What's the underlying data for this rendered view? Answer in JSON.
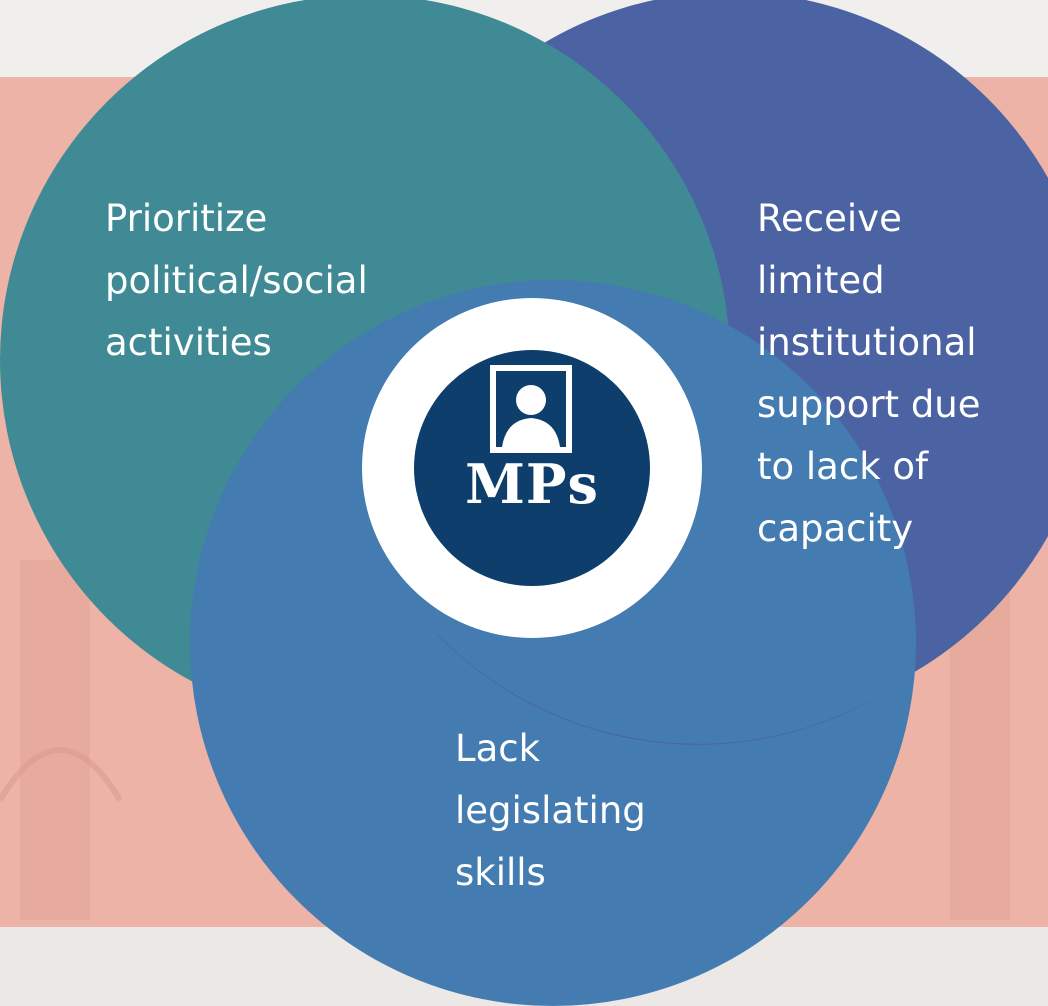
{
  "background": {
    "page_color": "#f3f1f0",
    "band_color": "#edb3a6",
    "detail_color": "#d99c90"
  },
  "circles": {
    "left": {
      "label": "Prioritize\npolitical/social\nactivities",
      "color": "#3f8a95"
    },
    "right": {
      "label": "Receive\nlimited\ninstitutional\nsupport due\nto lack of\ncapacity",
      "color": "#4b63a2"
    },
    "bottom": {
      "label": "Lack\nlegislating\nskills",
      "color": "#447cb1"
    }
  },
  "center": {
    "label": "MPs",
    "icon": "portrait-icon",
    "ring_color": "#ffffff",
    "disc_color": "#0e3e6c"
  }
}
